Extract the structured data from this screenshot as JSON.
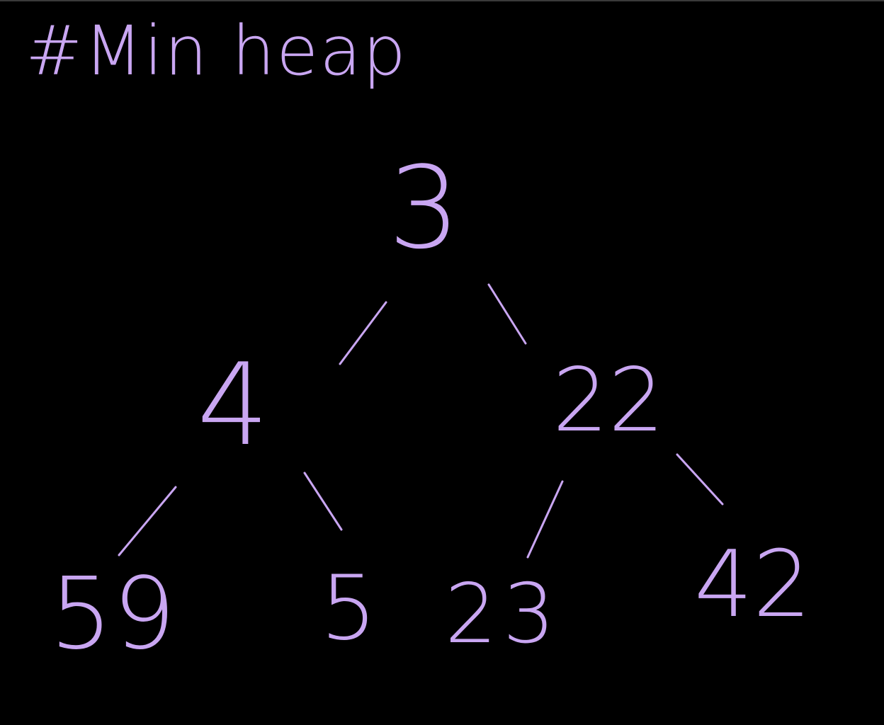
{
  "title": "#Min heap",
  "colors": {
    "background": "#000000",
    "ink": "#c9a6f2"
  },
  "heap": {
    "root": "3",
    "level1": [
      "4",
      "22"
    ],
    "level2": [
      "59",
      "5",
      "23",
      "42"
    ]
  }
}
